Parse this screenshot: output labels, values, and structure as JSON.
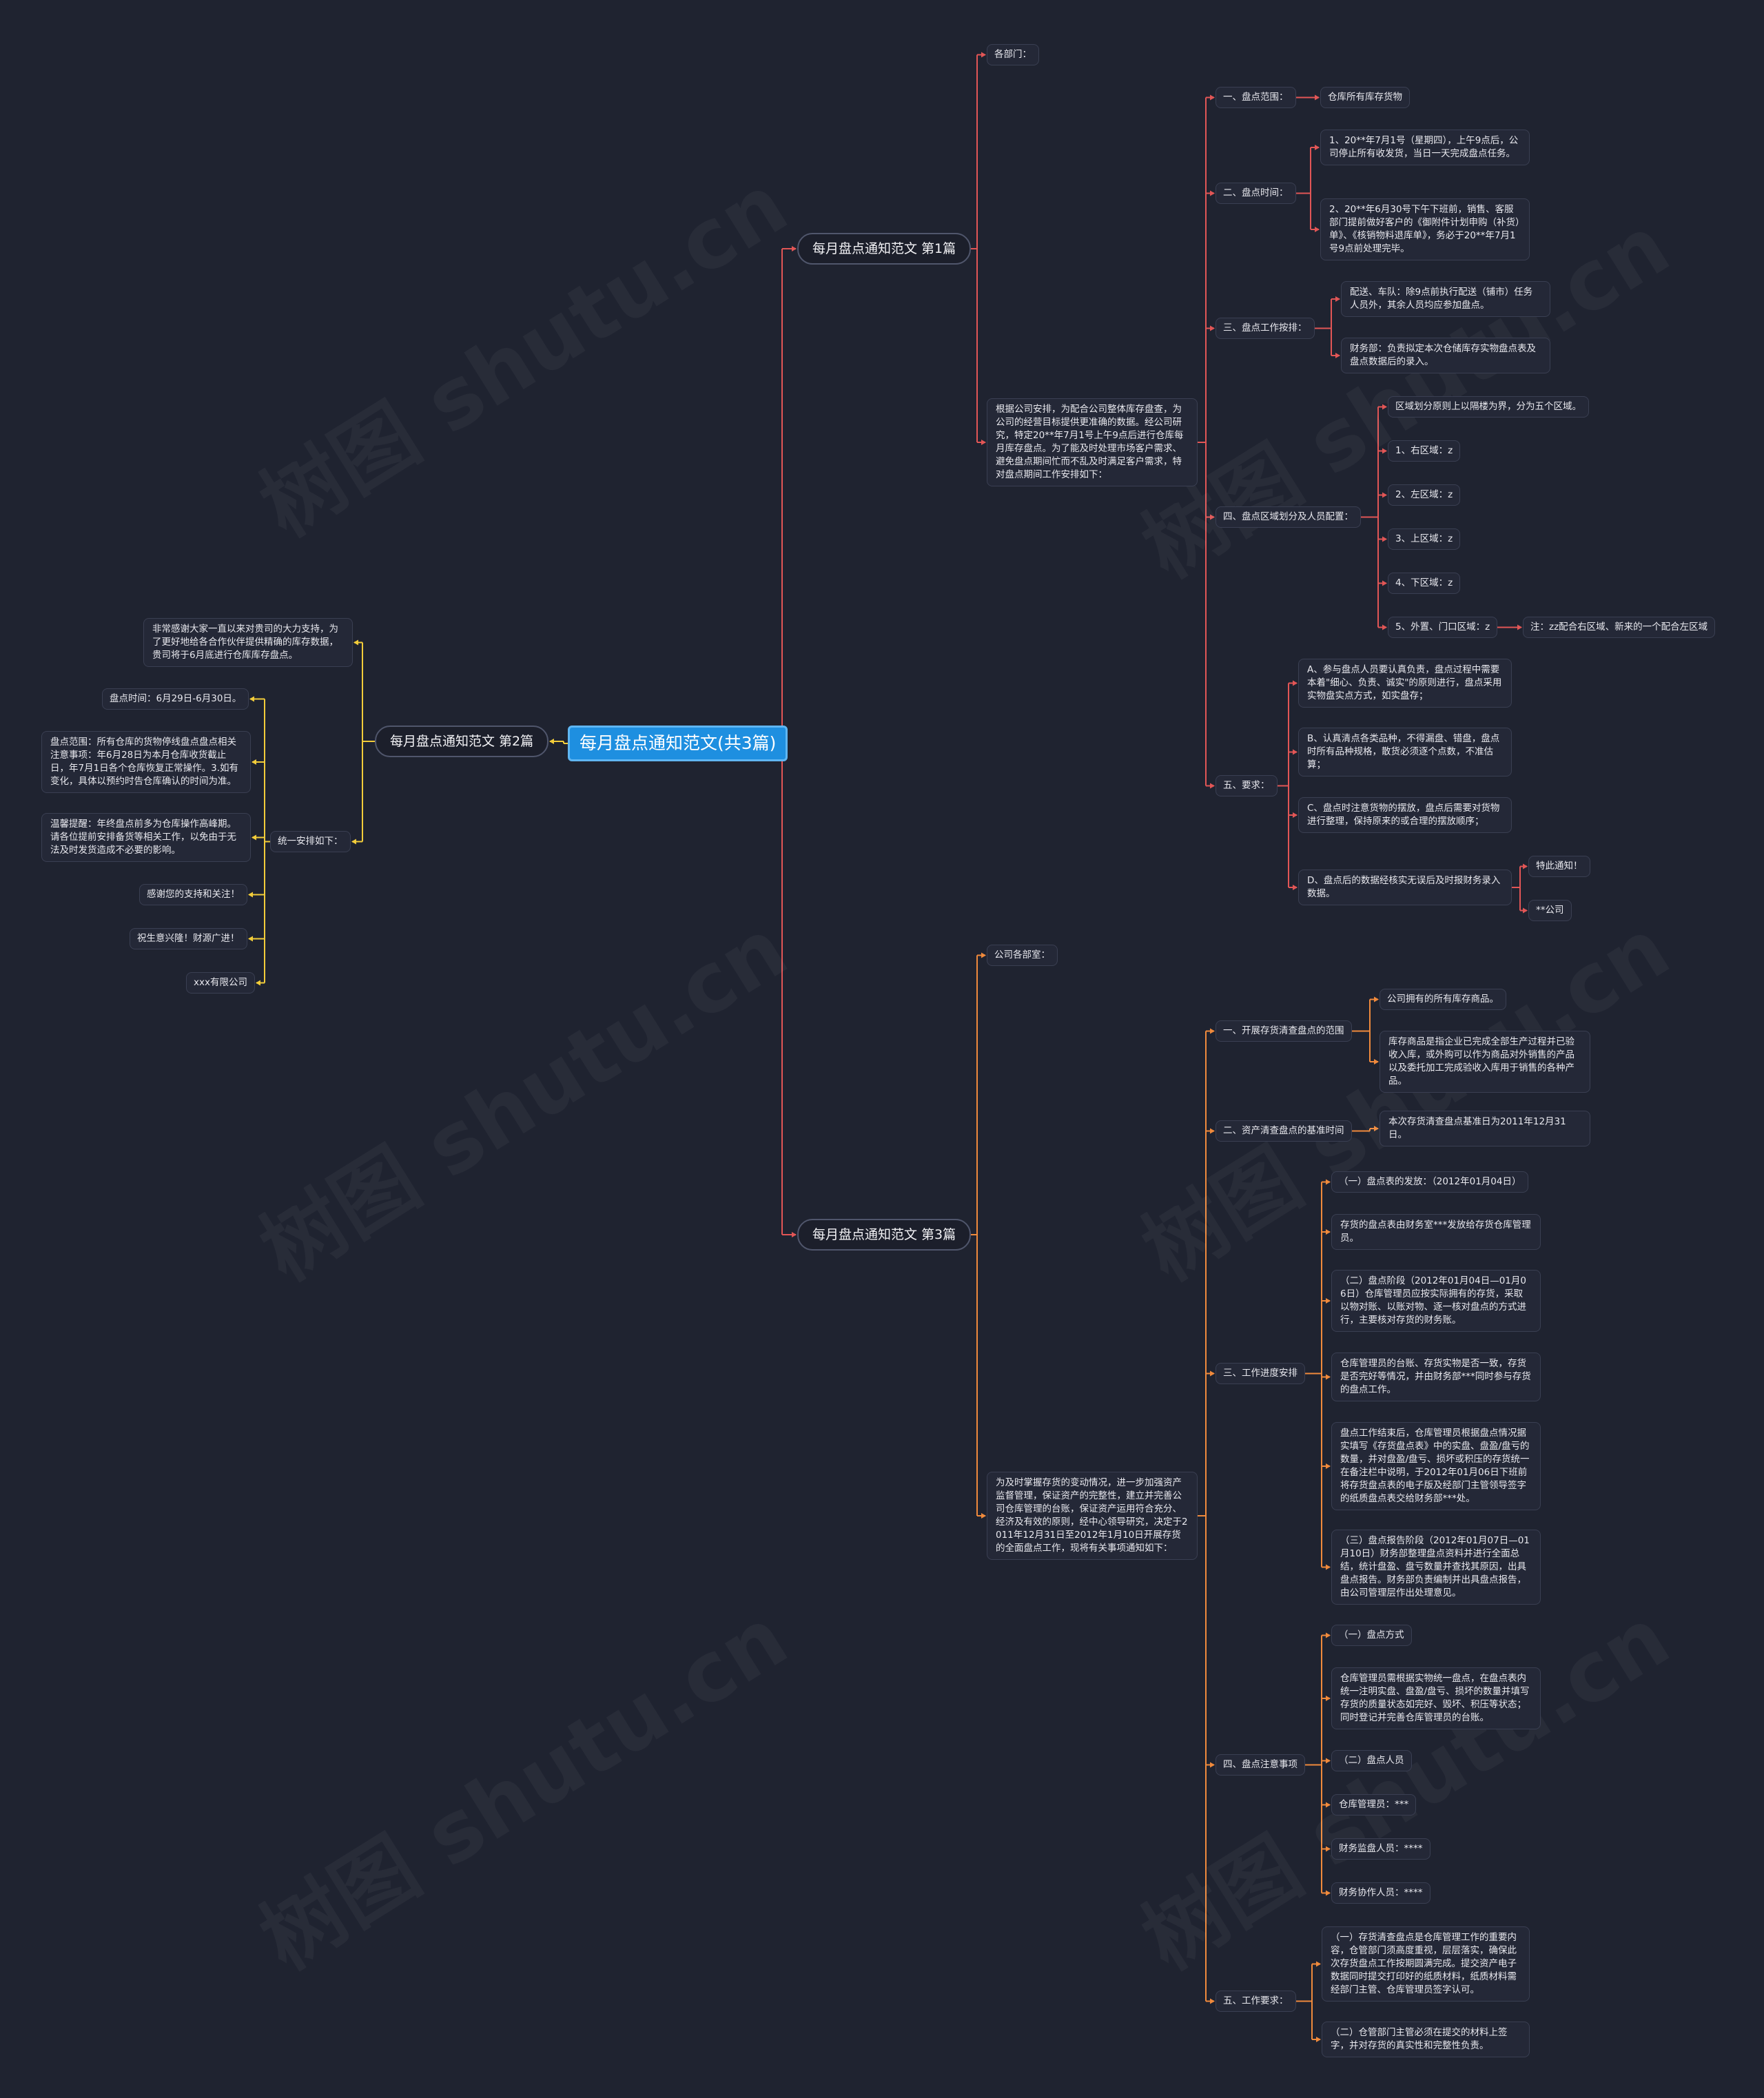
{
  "colors": {
    "background": "#1f2330",
    "root_fill": "#1e8fe0",
    "link_red": "#e25656",
    "link_orange": "#f08a3c",
    "link_yellow": "#f2cc3a"
  },
  "watermark": "树图 shutu.cn",
  "mindmap": {
    "root": "每月盘点通知范文(共3篇)",
    "b1": {
      "title": "每月盘点通知范文 第1篇",
      "to": "各部门：",
      "intro": "根据公司安排，为配合公司整体库存盘查，为公司的经营目标提供更准确的数据。经公司研究，特定20**年7月1号上午9点后进行仓库每月库存盘点。为了能及时处理市场客户需求、避免盘点期间忙而不乱及时满足客户需求，特对盘点期间工作安排如下：",
      "s1": {
        "label": "一、盘点范围：",
        "c1": "仓库所有库存货物"
      },
      "s2": {
        "label": "二、盘点时间：",
        "c1": "1、20**年7月1号（星期四），上午9点后，公司停止所有收发货，当日一天完成盘点任务。",
        "c2": "2、20**年6月30号下午下班前，销售、客服部门提前做好客户的《御附件计划申购（补货）单》、《核销物料退库单》，务必于20**年7月1号9点前处理完毕。"
      },
      "s3": {
        "label": "三、盘点工作按排：",
        "c1": "配送、车队：除9点前执行配送（铺市）任务人员外，其余人员均应参加盘点。",
        "c2": "财务部：负责拟定本次仓储库存实物盘点表及盘点数据后的录入。"
      },
      "s4": {
        "label": "四、盘点区域划分及人员配置：",
        "c0": "区域划分原则上以隔楼为界，分为五个区域。",
        "c1": "1、右区域：z",
        "c2": "2、左区域：z",
        "c3": "3、上区域：z",
        "c4": "4、下区域：z",
        "c5": "5、外置、门口区域：z",
        "c5note": "注：zz配合右区域、新来的一个配合左区域"
      },
      "s5": {
        "label": "五、要求：",
        "cA": "A、参与盘点人员要认真负责，盘点过程中需要本着\"细心、负责、诚实\"的原则进行，盘点采用实物盘实点方式，如实盘存；",
        "cB": "B、认真清点各类品种，不得漏盘、错盘，盘点时所有品种规格，散货必须逐个点数，不准估算；",
        "cC": "C、盘点时注意货物的摆放，盘点后需要对货物进行整理，保持原来的或合理的摆放顺序；",
        "cD": "D、盘点后的数据经核实无误后及时报财务录入数据。",
        "d1": "特此通知！",
        "d2": "**公司"
      }
    },
    "b2": {
      "title": "每月盘点通知范文 第2篇",
      "thanks": "非常感谢大家一直以来对贵司的大力支持，为了更好地给各合作伙伴提供精确的库存数据，贵司将于6月底进行仓库库存盘点。",
      "arrange": "统一安排如下：",
      "time": "盘点时间：6月29日-6月30日。",
      "scope": "盘点范围：所有仓库的货物停线盘点盘点相关注意事项：年6月28日为本月仓库收货截止日，年7月1日各个仓库恢复正常操作。3.如有变化，具体以预约时告仓库确认的时间为准。",
      "tip": "温馨提醒：年终盘点前多为仓库操作高峰期。请各位提前安排备货等相关工作，以免由于无法及时发货造成不必要的影响。",
      "support": "感谢您的支持和关注！",
      "wish": "祝生意兴隆！财源广进！",
      "company": "xxx有限公司"
    },
    "b3": {
      "title": "每月盘点通知范文 第3篇",
      "to": "公司各部室：",
      "intro": "为及时掌握存货的变动情况，进一步加强资产监督管理，保证资产的完整性，建立并完善公司仓库管理的台账，保证资产运用符合充分、经济及有效的原则，经中心领导研究，决定于2011年12月31日至2012年1月10日开展存货的全面盘点工作，现将有关事项通知如下：",
      "s1": {
        "label": "一、开展存货清查盘点的范围",
        "c1": "公司拥有的所有库存商品。",
        "c2": "库存商品是指企业已完成全部生产过程并已验收入库，或外购可以作为商品对外销售的产品以及委托加工完成验收入库用于销售的各种产品。"
      },
      "s2": {
        "label": "二、资产清查盘点的基准时间",
        "c1": "本次存货清查盘点基准日为2011年12月31日。"
      },
      "s3": {
        "label": "三、工作进度安排",
        "c1": "（一）盘点表的发放：（2012年01月04日）",
        "c2": "存货的盘点表由财务室***发放给存货仓库管理员。",
        "c3": "（二）盘点阶段（2012年01月04日—01月06日）仓库管理员应按实际拥有的存货，采取以物对账、以账对物、逐一核对盘点的方式进行，主要核对存货的财务账。",
        "c4": "仓库管理员的台账、存货实物是否一致，存货是否完好等情况，并由财务部***同时参与存货的盘点工作。",
        "c5": "盘点工作结束后，仓库管理员根据盘点情况据实填写《存货盘点表》中的实盘、盘盈/盘亏的数量，并对盘盈/盘亏、损坏或积压的存货统一在备注栏中说明，于2012年01月06日下班前将存货盘点表的电子版及经部门主管领导签字的纸质盘点表交给财务部***处。",
        "c6": "（三）盘点报告阶段（2012年01月07日—01月10日）财务部整理盘点资料并进行全面总结，统计盘盈、盘亏数量并查找其原因，出具盘点报告。财务部负责编制并出具盘点报告，由公司管理层作出处理意见。"
      },
      "s4": {
        "label": "四、盘点注意事项",
        "c1": "（一）盘点方式",
        "c2": "仓库管理员需根据实物统一盘点，在盘点表内统一注明实盘、盘盈/盘亏、损坏的数量并填写存货的质量状态如完好、毁坏、积压等状态；同时登记并完善仓库管理员的台账。",
        "c3": "（二）盘点人员",
        "c4": "仓库管理员：***",
        "c5": "财务监盘人员：****",
        "c6": "财务协作人员：****"
      },
      "s5": {
        "label": "五、工作要求：",
        "c1": "（一）存货清查盘点是仓库管理工作的重要内容，仓管部门须高度重视，层层落实，确保此次存货盘点工作按期圆满完成。提交资产电子数据同时提交打印好的纸质材料，纸质材料需经部门主管、仓库管理员签字认可。",
        "c2": "（二）仓管部门主管必须在提交的材料上签字，并对存货的真实性和完整性负责。"
      }
    }
  }
}
